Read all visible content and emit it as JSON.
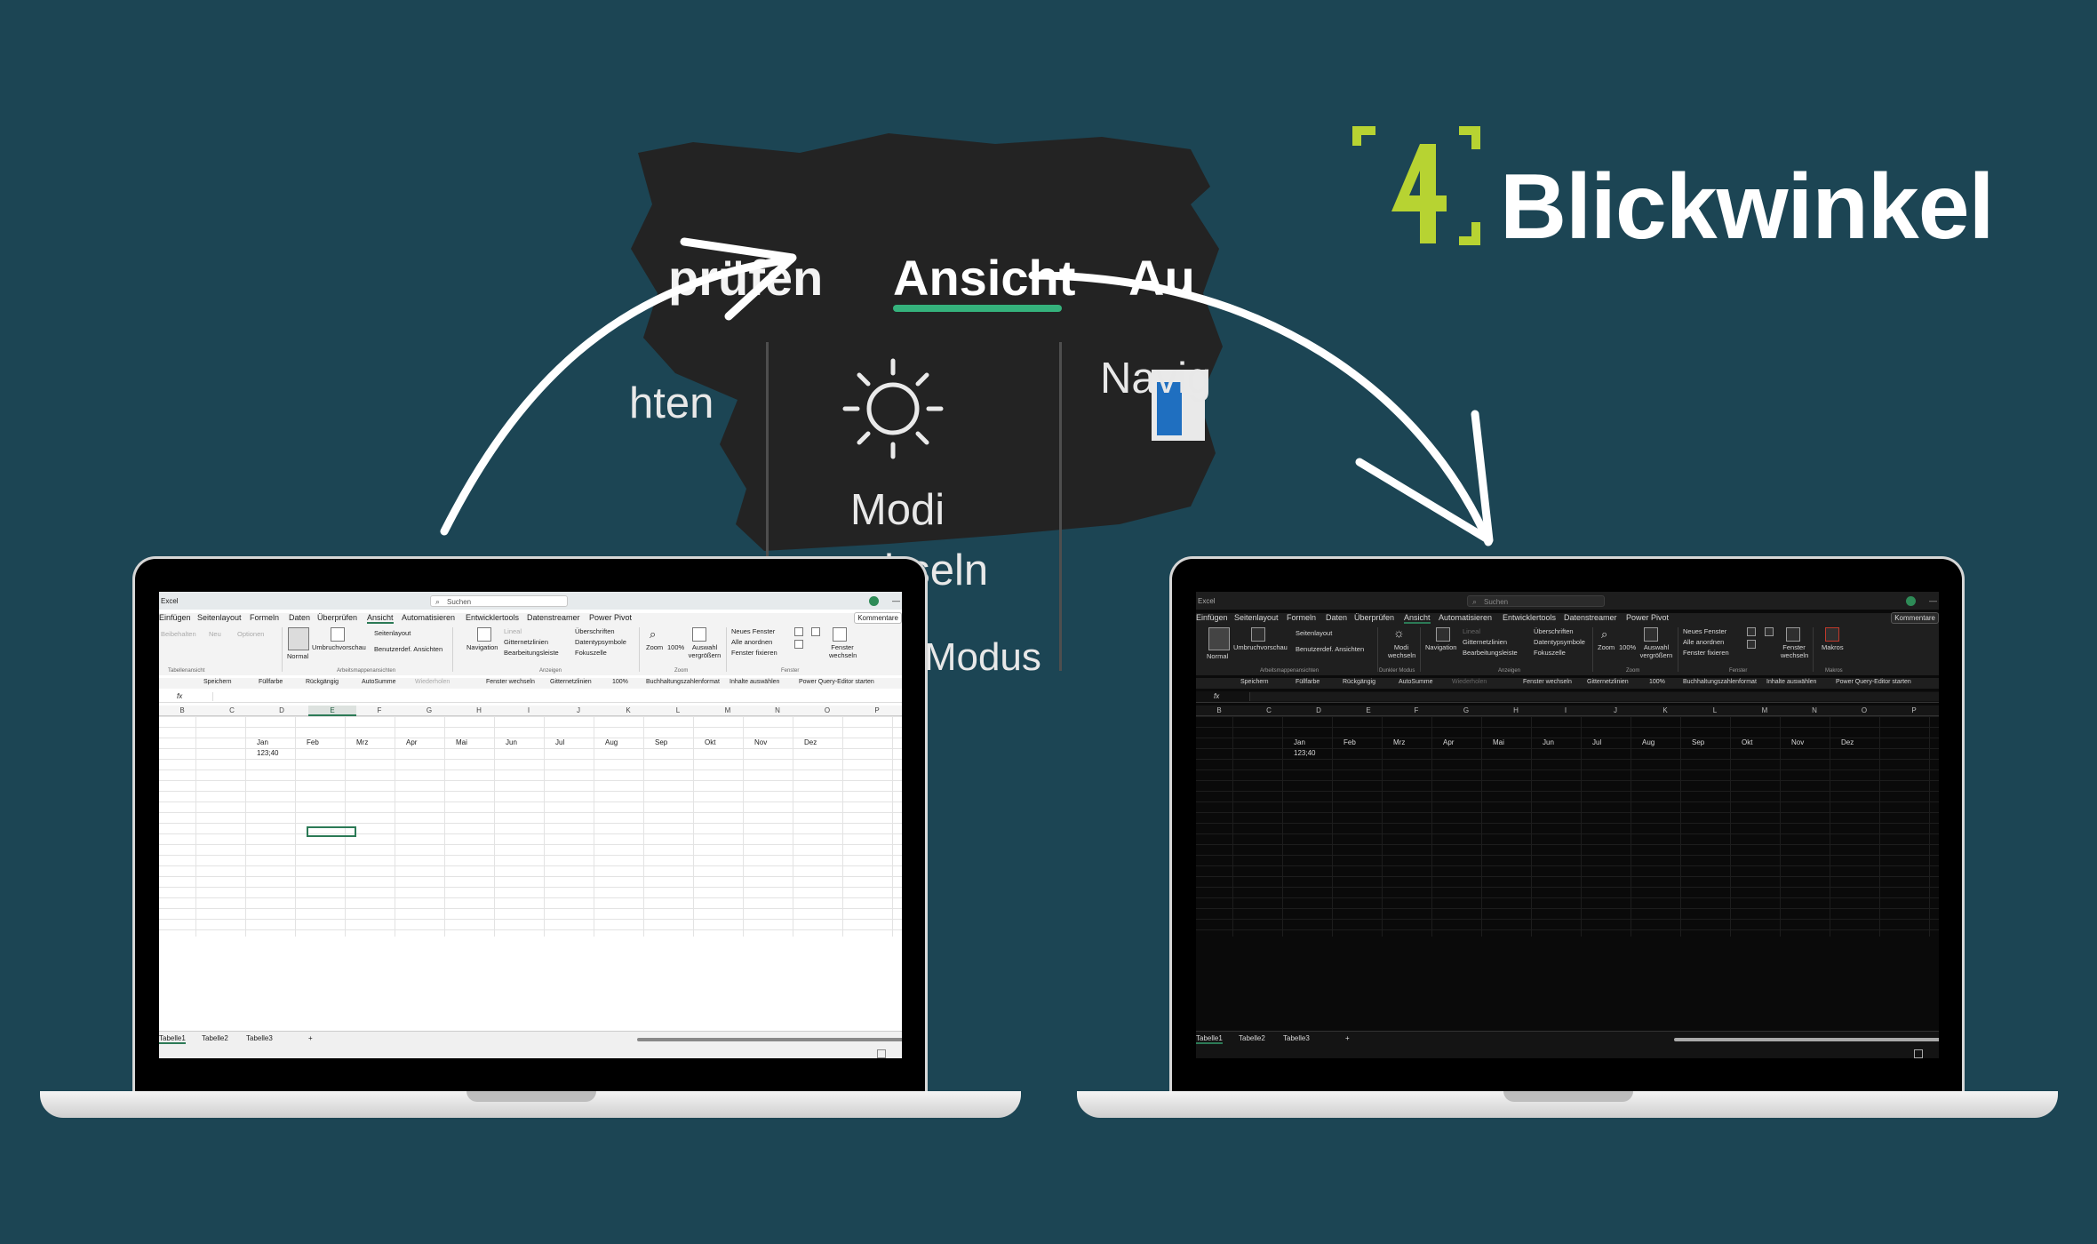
{
  "zoom": {
    "tab_left": "prüfen",
    "tab_active": "Ansicht",
    "tab_right": "Au",
    "left_label": "hten",
    "button_label_line1": "Modi",
    "button_label_line2": "wechseln",
    "right_label": "Navig",
    "group_label": "Dunkler Modus"
  },
  "logo": {
    "number": "4",
    "word": "Blickwinkel",
    "accent": "#b7d332"
  },
  "arrows_color": "#ffffff",
  "excel": {
    "app": "Excel",
    "search_placeholder": "Suchen",
    "tabs": [
      "Einfügen",
      "Seitenlayout",
      "Formeln",
      "Daten",
      "Überprüfen",
      "Ansicht",
      "Automatisieren",
      "Entwicklertools",
      "Datenstreamer",
      "Power Pivot"
    ],
    "comment_button": "Kommentare",
    "ribbon": {
      "normal": "Normal",
      "pagebreak": "Umbruchvorschau",
      "pagelayout": "Seitenlayout",
      "custom_views": "Benutzerdef. Ansichten",
      "workbook_views_group": "Arbeitsmappenansichten",
      "sheet_view_group": "Tabellenansicht",
      "keep": "Beibehalten",
      "new": "Neu",
      "options": "Optionen",
      "modes": "Modi wechseln",
      "dark_group": "Dunkler Modus",
      "navigation": "Navigation",
      "ruler": "Lineal",
      "gridlines": "Gitternetzlinien",
      "formula_bar": "Bearbeitungsleiste",
      "headings": "Überschriften",
      "data_symbols": "Datentypsymbole",
      "focus_cell": "Fokuszelle",
      "show_group": "Anzeigen",
      "zoom": "Zoom",
      "zoom100": "100%",
      "zoom_selection": "Auswahl vergrößern",
      "zoom_group": "Zoom",
      "new_window": "Neues Fenster",
      "arrange_all": "Alle anordnen",
      "freeze": "Fenster fixieren",
      "switch_windows": "Fenster wechseln",
      "window_group": "Fenster",
      "macros": "Makros",
      "macros_group": "Makros"
    },
    "qat": [
      "Speichern",
      "Füllfarbe",
      "Rückgängig",
      "AutoSumme",
      "Wiederholen",
      "Fenster wechseln",
      "Gitternetzlinien",
      "100%",
      "Buchhaltungszahlenformat",
      "Inhalte auswählen",
      "Power Query-Editor starten"
    ],
    "columns": [
      "B",
      "C",
      "D",
      "E",
      "F",
      "G",
      "H",
      "I",
      "J",
      "K",
      "L",
      "M",
      "N",
      "O",
      "P"
    ],
    "months": [
      "Jan",
      "Feb",
      "Mrz",
      "Apr",
      "Mai",
      "Jun",
      "Jul",
      "Aug",
      "Sep",
      "Okt",
      "Nov",
      "Dez"
    ],
    "cell_value": "123;40",
    "sheets": [
      "Tabelle1",
      "Tabelle2",
      "Tabelle3"
    ],
    "add_sheet": "+"
  }
}
